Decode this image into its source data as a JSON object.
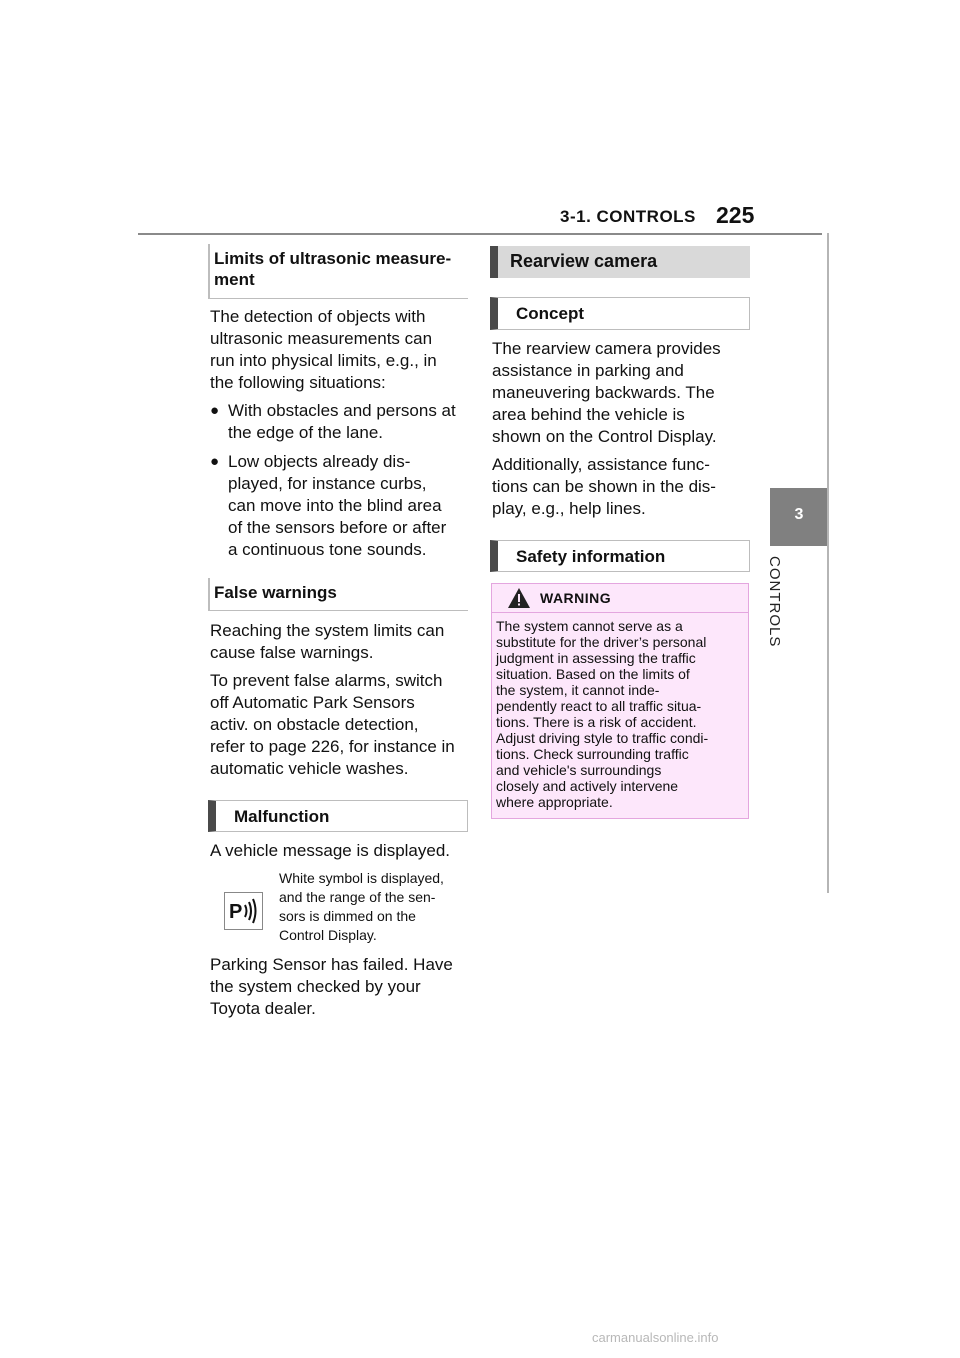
{
  "header": {
    "section": "3-1. CONTROLS",
    "page_number": "225"
  },
  "side_tab": {
    "chapter_number": "3",
    "chapter_label": "CONTROLS",
    "tab_color": "#808080"
  },
  "left_column": {
    "limits_heading": [
      "Limits of ultrasonic measure-",
      "ment"
    ],
    "limits_intro": [
      "The detection of objects with",
      "ultrasonic measurements can",
      "run into physical limits, e.g., in",
      "the following situations:"
    ],
    "bullets": [
      [
        "With obstacles and persons at",
        "the edge of the lane."
      ],
      [
        "Low objects already dis-",
        "played, for instance curbs,",
        "can move into the blind area",
        "of the sensors before or after",
        "a continuous tone sounds."
      ]
    ],
    "false_warnings_heading": "False warnings",
    "false_warnings_p1": [
      "Reaching the system limits can",
      "cause false warnings."
    ],
    "false_warnings_p2": [
      "To prevent false alarms, switch",
      "off Automatic Park Sensors",
      "activ. on obstacle detection,",
      "refer to page 226, for instance in",
      "automatic vehicle washes."
    ],
    "malfunction_heading": "Malfunction",
    "malfunction_p1": "A vehicle message is displayed.",
    "icon_caption": [
      "White symbol is displayed,",
      "and the range of the sen-",
      "sors is dimmed on the",
      "Control Display."
    ],
    "icon_name": "parking-sensor-icon",
    "malfunction_p2": [
      "Parking Sensor has failed. Have",
      "the system checked by your",
      "Toyota dealer."
    ]
  },
  "right_column": {
    "section_heading": "Rearview camera",
    "concept_heading": "Concept",
    "concept_p1": [
      "The rearview camera provides",
      "assistance in parking and",
      "maneuvering backwards. The",
      "area behind the vehicle is",
      "shown on the Control Display."
    ],
    "concept_p2": [
      "Additionally, assistance func-",
      "tions can be shown in the dis-",
      "play, e.g., help lines."
    ],
    "safety_heading": "Safety information",
    "warning": {
      "title": "WARNING",
      "icon_name": "warning-triangle-icon",
      "lines": [
        "The system cannot serve as a",
        "substitute for the driver’s personal",
        "judgment in assessing the traffic",
        "situation. Based on the limits of",
        "the system, it cannot inde-",
        "pendently react to all traffic situa-",
        "tions. There is a risk of accident.",
        "Adjust driving style to traffic condi-",
        "tions. Check surrounding traffic",
        "and vehicle's surroundings",
        "closely and actively intervene",
        "where appropriate."
      ],
      "background_color": "#fde7fb"
    }
  },
  "footer": {
    "watermark": "carmanualsonline.info"
  }
}
